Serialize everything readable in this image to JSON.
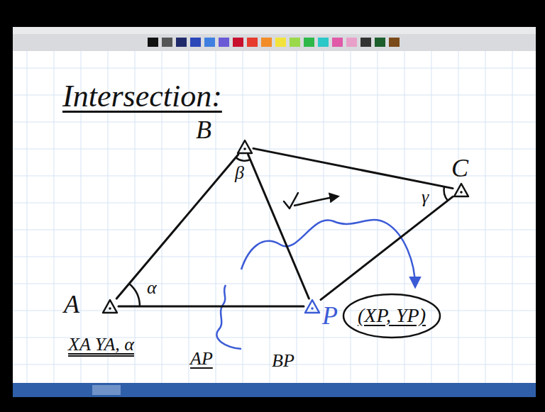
{
  "diagram": {
    "title": "Intersection:",
    "nodes": [
      {
        "text": [
          "B"
        ]
      },
      {
        "text": [
          "C"
        ]
      },
      {
        "text": [
          "A"
        ]
      },
      {
        "text": [
          "P"
        ]
      },
      {
        "text": [
          "(XP, YP)"
        ]
      }
    ],
    "edges": [
      {
        "from": 2,
        "to": 0,
        "arrow": "none"
      },
      {
        "from": 0,
        "to": 1,
        "arrow": "none"
      },
      {
        "from": 2,
        "to": 3,
        "arrow": "none"
      },
      {
        "from": 0,
        "to": 3,
        "arrow": "none"
      },
      {
        "from": 3,
        "to": 1,
        "arrow": "none"
      }
    ],
    "labels": [
      "β",
      "γ",
      "α",
      "XA YA, α",
      "AP",
      "BP"
    ]
  }
}
